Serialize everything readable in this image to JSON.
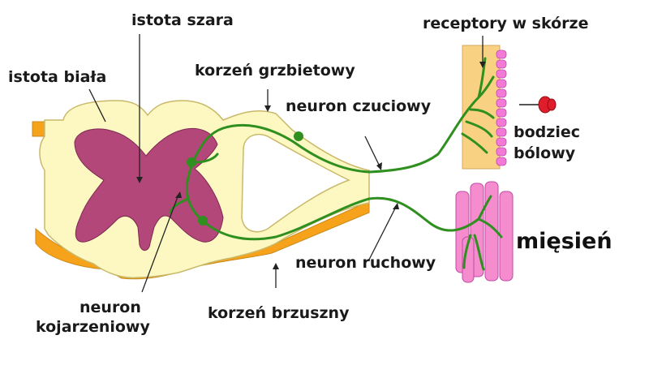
{
  "labels": {
    "grey_matter": "istota szara",
    "white_matter": "istota biała",
    "dorsal_root": "korzeń grzbietowy",
    "sensory_neuron": "neuron czuciowy",
    "skin_receptors": "receptory w skórze",
    "pain_stimulus_line1": "bodziec",
    "pain_stimulus_line2": "bólowy",
    "muscle": "mięsień",
    "motor_neuron": "neuron ruchowy",
    "interneuron_line1": "neuron",
    "interneuron_line2": "kojarzeniowy",
    "ventral_root": "korzeń brzuszny"
  },
  "colors": {
    "white_matter_fill": "#fdf8c2",
    "grey_matter_fill": "#b4477a",
    "membrane": "#f7a21b",
    "nerve": "#2f8f1f",
    "skin_fill": "#f8d183",
    "skin_cells": "#f27ad6",
    "muscle_fill": "#f48ccd",
    "pin_head": "#e01d2b"
  }
}
